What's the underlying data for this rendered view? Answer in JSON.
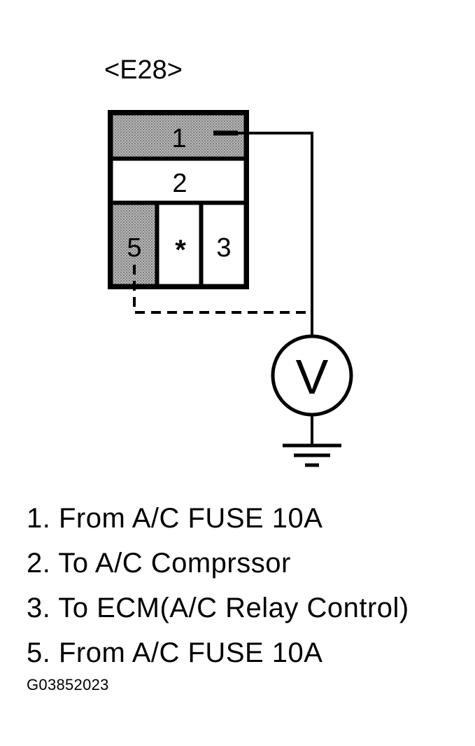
{
  "connector": {
    "label": "<E28>",
    "pins": {
      "pin1": "1",
      "pin2": "2",
      "pin5": "5",
      "pin_blank": "*",
      "pin3": "3"
    }
  },
  "meter": {
    "symbol": "V"
  },
  "legend": {
    "items": [
      "1. From A/C FUSE 10A",
      "2. To A/C Comprssor",
      "3. To ECM(A/C Relay Control)",
      "5. From A/C FUSE 10A"
    ]
  },
  "figure_id": "G03852023"
}
